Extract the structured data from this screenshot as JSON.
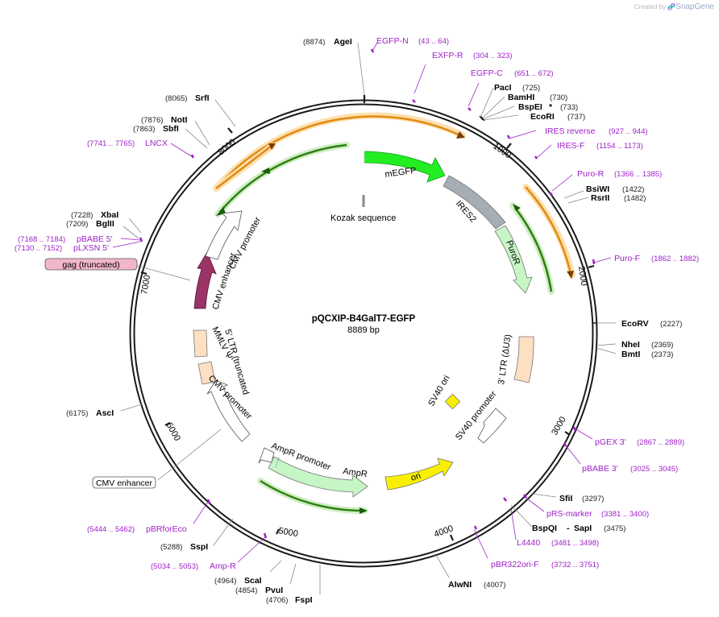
{
  "credit": {
    "prefix": "Created by",
    "brand": "SnapGene"
  },
  "plasmid": {
    "name": "pQCXIP-B4GalT7-EGFP",
    "length": "8889 bp"
  },
  "ticks": [
    "1000",
    "2000",
    "3000",
    "4000",
    "5000",
    "6000",
    "7000",
    "8000"
  ],
  "sites": [
    {
      "name": "AgeI",
      "pos": "(8874)"
    },
    {
      "name": "SrfI",
      "pos": "(8065)"
    },
    {
      "name": "NotI",
      "pos": "(7876)"
    },
    {
      "name": "SbfI",
      "pos": "(7863)"
    },
    {
      "name": "PacI",
      "pos": "(725)"
    },
    {
      "name": "BamHI",
      "pos": "(730)"
    },
    {
      "name": "BspEI",
      "pos": "(733)"
    },
    {
      "name": "EcoRI",
      "pos": "(737)"
    },
    {
      "name": "BsiWI",
      "pos": "(1422)"
    },
    {
      "name": "RsrII",
      "pos": "(1482)"
    },
    {
      "name": "EcoRV",
      "pos": "(2227)"
    },
    {
      "name": "NheI",
      "pos": "(2369)"
    },
    {
      "name": "BmtI",
      "pos": "(2373)"
    },
    {
      "name": "SfiI",
      "pos": "(3297)"
    },
    {
      "name": "BspQI",
      "pos": ""
    },
    {
      "name": "SapI",
      "pos": "(3475)"
    },
    {
      "name": "AlwNI",
      "pos": "(4007)"
    },
    {
      "name": "FspI",
      "pos": "(4706)"
    },
    {
      "name": "PvuI",
      "pos": "(4854)"
    },
    {
      "name": "ScaI",
      "pos": "(4964)"
    },
    {
      "name": "SspI",
      "pos": "(5288)"
    },
    {
      "name": "AscI",
      "pos": "(6175)"
    },
    {
      "name": "XbaI",
      "pos": "(7228)"
    },
    {
      "name": "BglII",
      "pos": "(7209)"
    }
  ],
  "primers": [
    {
      "name": "EGFP-N",
      "range": "(43 .. 64)"
    },
    {
      "name": "EXFP-R",
      "range": "(304 .. 323)"
    },
    {
      "name": "EGFP-C",
      "range": "(651 .. 672)"
    },
    {
      "name": "IRES reverse",
      "range": "(927 .. 944)"
    },
    {
      "name": "IRES-F",
      "range": "(1154 .. 1173)"
    },
    {
      "name": "Puro-R",
      "range": "(1366 .. 1385)"
    },
    {
      "name": "Puro-F",
      "range": "(1862 .. 1882)"
    },
    {
      "name": "pGEX 3'",
      "range": "(2867 .. 2889)"
    },
    {
      "name": "pBABE 3'",
      "range": "(3025 .. 3045)"
    },
    {
      "name": "pRS-marker",
      "range": "(3381 .. 3400)"
    },
    {
      "name": "L4440",
      "range": "(3481 .. 3498)"
    },
    {
      "name": "pBR322ori-F",
      "range": "(3732 .. 3751)"
    },
    {
      "name": "Amp-R",
      "range": "(5034 .. 5053)"
    },
    {
      "name": "pBRforEco",
      "range": "(5444 .. 5462)"
    },
    {
      "name": "LNCX",
      "range": "(7741 .. 7765)"
    },
    {
      "name": "pBABE 5'",
      "range": "(7168 .. 7184)"
    },
    {
      "name": "pLXSN 5'",
      "range": "(7130 .. 7152)"
    }
  ],
  "features": {
    "megfp": "mEGFP",
    "kozak": "Kozak sequence",
    "ires2": "IRES2",
    "puror": "PuroR",
    "ltr3": "3' LTR (ΔU3)",
    "sv40ori": "SV40 ori",
    "sv40prom": "SV40 promoter",
    "ori": "ori",
    "ampr": "AmpR",
    "ampr_prom": "AmpR promoter",
    "cmv_prom_low": "CMV promoter",
    "ltr5": "5' LTR (truncated)",
    "mmlv": "MMLV Ψ",
    "cmv_enh_up": "CMV enhancer",
    "cmv_prom_up": "CMV promoter",
    "gag": "gag (truncated)",
    "cmv_enh_out": "CMV enhancer"
  },
  "colors": {
    "backbone": "#1a1a1a",
    "primer": "#a020c8",
    "egfp": "#22ee22",
    "ires": "#a7adb4",
    "puro": "#c6f5c6",
    "ltr": "#fde0c2",
    "ori": "#f8f000",
    "gag": "#9a3366",
    "orange_arrow": "#e28a12",
    "green_arrow": "#2f7f12",
    "label": "#000000",
    "pos": "#222222"
  }
}
